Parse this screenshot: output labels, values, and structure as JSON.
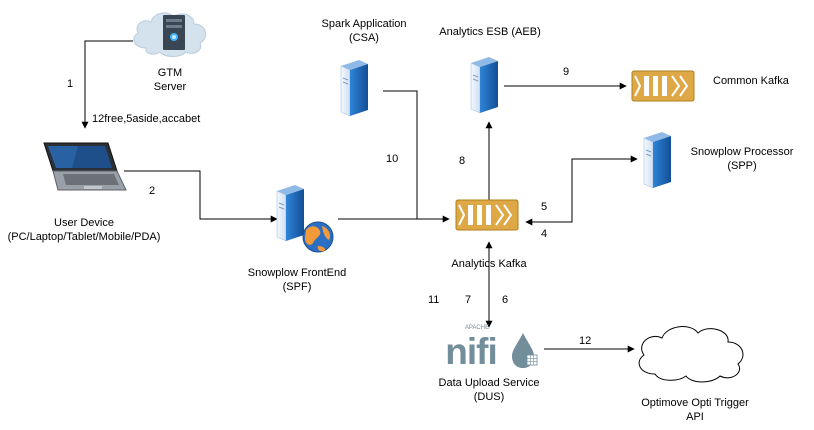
{
  "nodes": {
    "gtm": {
      "line1": "GTM",
      "line2": "Server",
      "icon": "cloud-server-icon"
    },
    "user_device": {
      "line1": "User Device",
      "line2": "(PC/Laptop/Tablet/Mobile/PDA)",
      "icon": "laptop-icon"
    },
    "spf": {
      "line1": "Snowplow FrontEnd",
      "line2": "(SPF)",
      "icon": "web-server-icon"
    },
    "csa": {
      "line1": "Spark Application",
      "line2": "(CSA)",
      "icon": "server-icon"
    },
    "aeb": {
      "line1": "Analytics ESB (AEB)",
      "icon": "server-icon"
    },
    "common_kafka": {
      "line1": "Common Kafka",
      "icon": "queue-icon"
    },
    "spp": {
      "line1": "Snowplow Processor",
      "line2": "(SPP)",
      "icon": "server-icon"
    },
    "analytics_kafka": {
      "line1": "Analytics Kafka",
      "icon": "queue-icon"
    },
    "dus": {
      "line1": "Data Upload Service",
      "line2": "(DUS)",
      "logo_main": "nifi",
      "logo_small": "APACHE",
      "icon": "nifi-logo-icon"
    },
    "optimove": {
      "line1": "Optimove Opti Trigger",
      "line2": "API",
      "icon": "cloud-icon"
    }
  },
  "edges": {
    "e1": "1",
    "e1_note": "12free,5aside,accabet",
    "e2": "2",
    "e4": "4",
    "e5": "5",
    "e6": "6",
    "e7": "7",
    "e8": "8",
    "e9": "9",
    "e10": "10",
    "e11": "11",
    "e12": "12"
  },
  "colors": {
    "queue_fill": "#dfa846",
    "queue_stroke": "#b07f1e",
    "server_light": "#dbe9f8",
    "server_dark": "#1f6fc5",
    "line": "#000000"
  }
}
